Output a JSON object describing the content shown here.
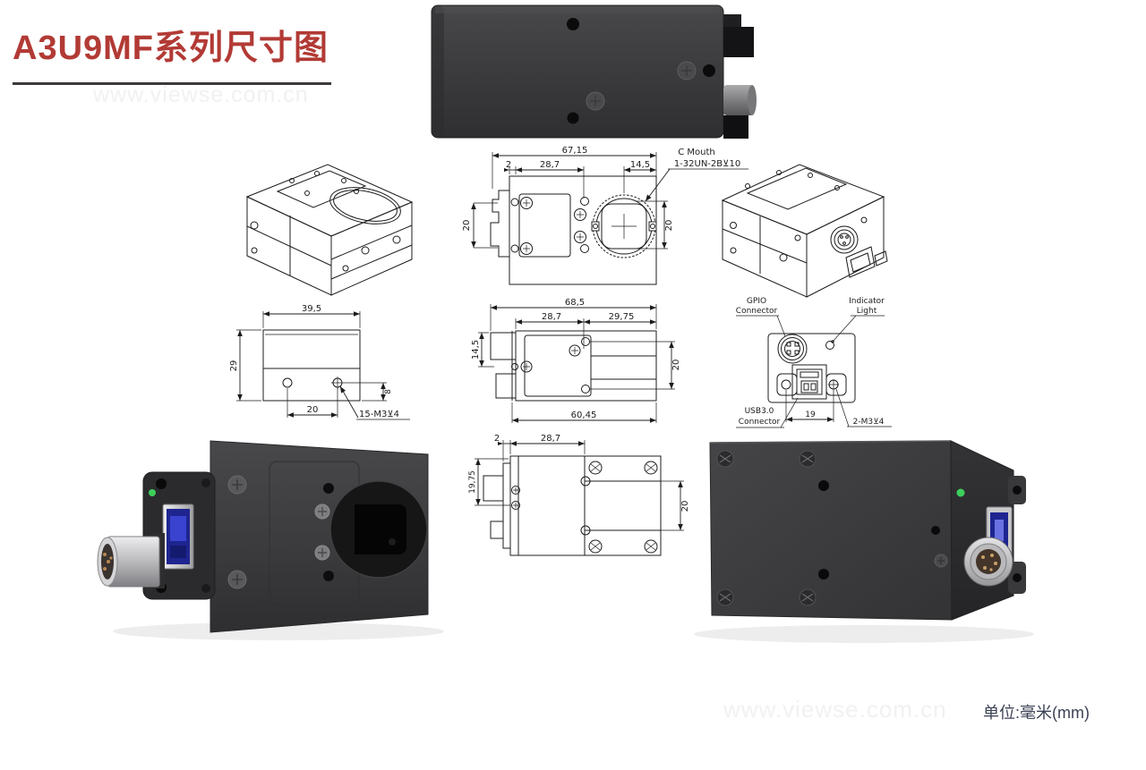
{
  "header": {
    "title": "A3U9MF系列尺寸图",
    "watermark": "www.viewse.com.cn"
  },
  "footer": {
    "watermark": "www.viewse.com.cn",
    "unit_label": "单位:毫米(mm)"
  },
  "colors": {
    "title_red": "#b23a35",
    "underline_gray": "#3d3a39",
    "drawing_line": "#1c1c1c",
    "camera_body_gray": "#3d3d3f",
    "usb_blue": "#2c2f9e",
    "led_green": "#3fcf5a",
    "watermark_gray": "#f1f1f1",
    "unit_text": "#3b4254"
  },
  "views": {
    "front_view": {
      "dim_total_width": "67,15",
      "dim_offset": "2",
      "dim_left_span": "28,7",
      "dim_lens_offset": "14,5",
      "dim_height_left": "20",
      "dim_height_right": "20",
      "mount_label_line1": "C Mouth",
      "mount_label_line2": "1-32UN-2B⊻10"
    },
    "left_side_view": {
      "dim_width": "39,5",
      "dim_height": "29",
      "dim_hole_span": "20",
      "dim_edge_offset": "8",
      "hole_label": "15-M3⊻4"
    },
    "side_view": {
      "dim_total_width": "68,5",
      "dim_left_span": "28,7",
      "dim_right_span": "29,75",
      "dim_step_height": "14,5",
      "dim_hole_span": "20",
      "dim_bottom_width": "60,45"
    },
    "back_view": {
      "gpio_label_line1": "GPIO",
      "gpio_label_line2": "Connector",
      "indicator_label_line1": "Indicator",
      "indicator_label_line2": "Light",
      "usb_label_line1": "USB3.0",
      "usb_label_line2": "Connector",
      "dim_hole_span": "19",
      "hole_label": "2-M3⊻4"
    },
    "top_view": {
      "dim_offset": "2",
      "dim_span": "28,7",
      "dim_height": "19,75",
      "dim_hole_span": "20"
    }
  }
}
